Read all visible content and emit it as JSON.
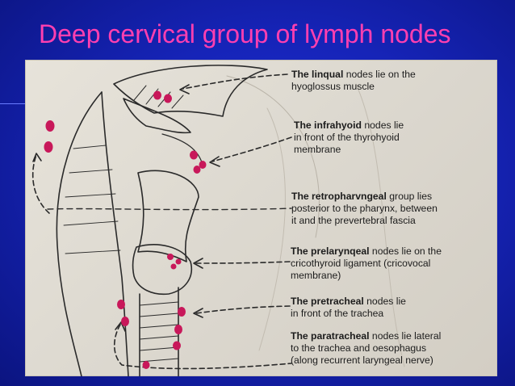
{
  "slide": {
    "title": "Deep cervical group of lymph nodes"
  },
  "labels": [
    {
      "bold": "The linqual",
      "rest": " nodes lie on the",
      "more": [
        "hyoglossus muscle"
      ]
    },
    {
      "bold": "The infrahyoid",
      "rest": " nodes lie",
      "more": [
        "in front of the thyrohyoid",
        "membrane"
      ]
    },
    {
      "bold": "The retropharvngeal",
      "rest": " group lies",
      "more": [
        "posterior to the pharynx, between",
        "it and the prevertebral fascia"
      ]
    },
    {
      "bold": "The prelarynqeal",
      "rest": " nodes lie on the",
      "more": [
        "cricothyroid ligament (cricovocal",
        "membrane)"
      ]
    },
    {
      "bold": "The pretracheal",
      "rest": " nodes lie",
      "more": [
        "in front of the trachea"
      ]
    },
    {
      "bold": "The paratracheal",
      "rest": " nodes lie lateral",
      "more": [
        "to the trachea and oesophagus",
        "(along recurrent laryngeal nerve)"
      ]
    }
  ],
  "colors": {
    "title": "#ff3fb0",
    "node": "#c8185a",
    "ink": "#1c1c1c",
    "background": "#1624b8"
  }
}
